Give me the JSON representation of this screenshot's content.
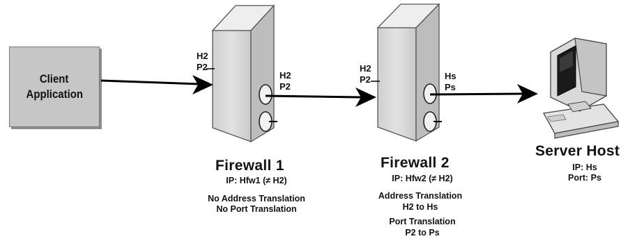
{
  "client": {
    "line1": "Client",
    "line2": "Application"
  },
  "firewall1": {
    "in_host": "H2",
    "in_port": "P2",
    "out_host": "H2",
    "out_port": "P2",
    "title": "Firewall 1",
    "ip": "IP: Hfw1 (≠ H2)",
    "notes": [
      "No Address Translation",
      "No Port Translation"
    ]
  },
  "firewall2": {
    "in_host": "H2",
    "in_port": "P2",
    "out_host": "Hs",
    "out_port": "Ps",
    "title": "Firewall 2",
    "ip": "IP: Hfw2 (≠ H2)",
    "notes": [
      "Address Translation",
      "H2 to Hs",
      "Port Translation",
      "P2 to Ps"
    ]
  },
  "server": {
    "title": "Server Host",
    "ip": "IP: Hs",
    "port": "Port: Ps"
  },
  "colors": {
    "box_fill": "#c6c6c6",
    "tower_face": "#d9d9d9",
    "tower_side": "#bdbdbd",
    "line": "#000000"
  }
}
